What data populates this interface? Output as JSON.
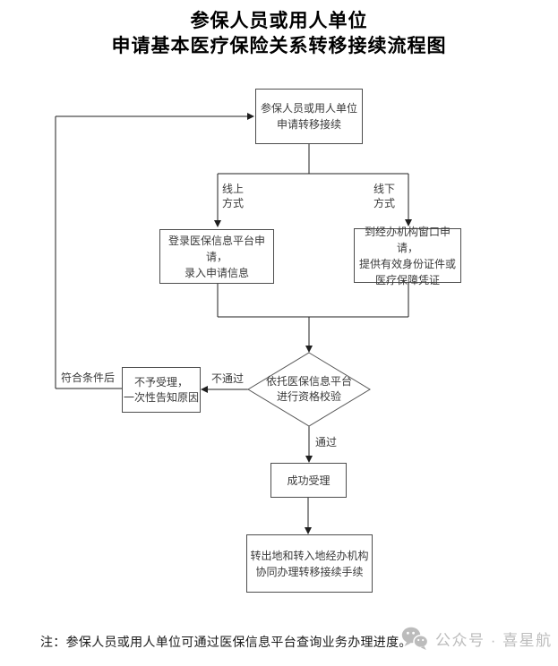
{
  "title": {
    "line1": "参保人员或用人单位",
    "line2": "申请基本医疗保险关系转移接续流程图"
  },
  "flowchart": {
    "nodes": {
      "apply": "参保人员或用人单位\n申请转移接续",
      "online_apply": "登录医保信息平台申请，\n录入申请信息",
      "offline_apply": "到经办机构窗口申请，\n提供有效身份证件或\n医疗保障凭证",
      "check": "依托医保信息平台\n进行资格校验",
      "reject": "不予受理，\n一次性告知原因",
      "accept": "成功受理",
      "handle": "转出地和转入地经办机构\n协同办理转移接续手续"
    },
    "edge_labels": {
      "online": "线上\n方式",
      "offline": "线下\n方式",
      "fail": "不通过",
      "pass": "通过",
      "requalify": "符合条件后"
    }
  },
  "footer": {
    "note": "注：参保人员或用人单位可通过医保信息平台查询业务办理进度。",
    "watermark": "公众号 · 喜星航",
    "watermark_icon": "wechat-icon"
  },
  "colors": {
    "connector_line": "#1f1f1f",
    "box_border": "#4d4d4d",
    "box_text": "#3a3a3a",
    "watermark_gray": "#bcbcbc"
  }
}
